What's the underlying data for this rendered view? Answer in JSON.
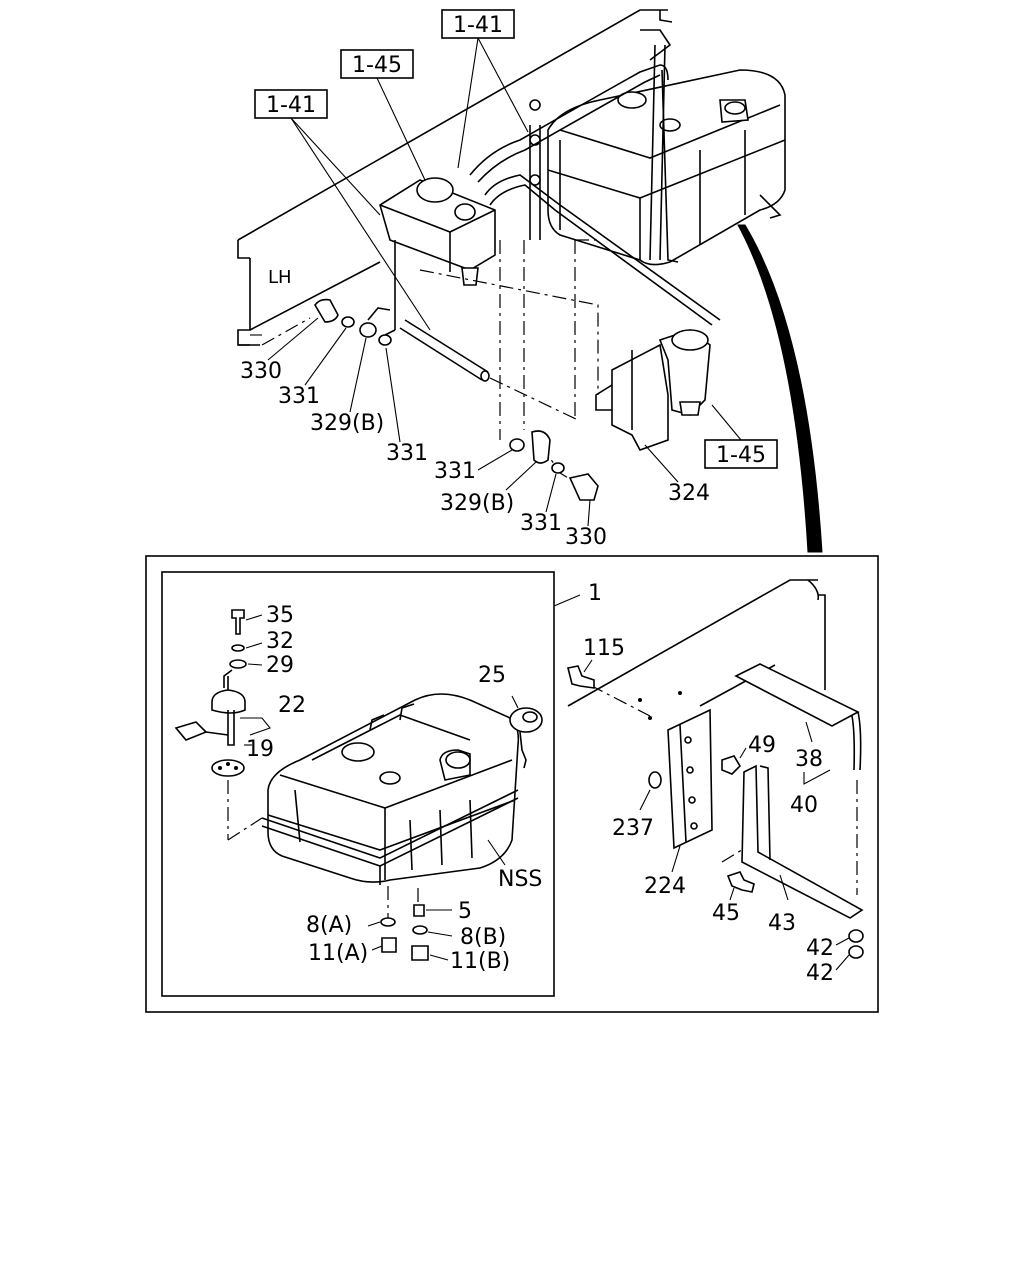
{
  "references": {
    "ref_1_41_top": "1-41",
    "ref_1_45_top": "1-45",
    "ref_1_41_left": "1-41",
    "ref_1_45_right": "1-45"
  },
  "frame_label": "LH",
  "callouts_upper": {
    "c330a": "330",
    "c331a": "331",
    "c329a": "329(B)",
    "c331b": "331",
    "c331c": "331",
    "c329b": "329(B)",
    "c331d": "331",
    "c330b": "330",
    "c324": "324"
  },
  "callouts_lower": {
    "c1": "1",
    "c35": "35",
    "c32": "32",
    "c29": "29",
    "c22": "22",
    "c19": "19",
    "c25": "25",
    "cNSS": "NSS",
    "c5": "5",
    "c8a": "8(A)",
    "c8b": "8(B)",
    "c11a": "11(A)",
    "c11b": "11(B)",
    "c115": "115",
    "c49": "49",
    "c38": "38",
    "c40": "40",
    "c237": "237",
    "c224": "224",
    "c45": "45",
    "c43": "43",
    "c42a": "42",
    "c42b": "42"
  }
}
